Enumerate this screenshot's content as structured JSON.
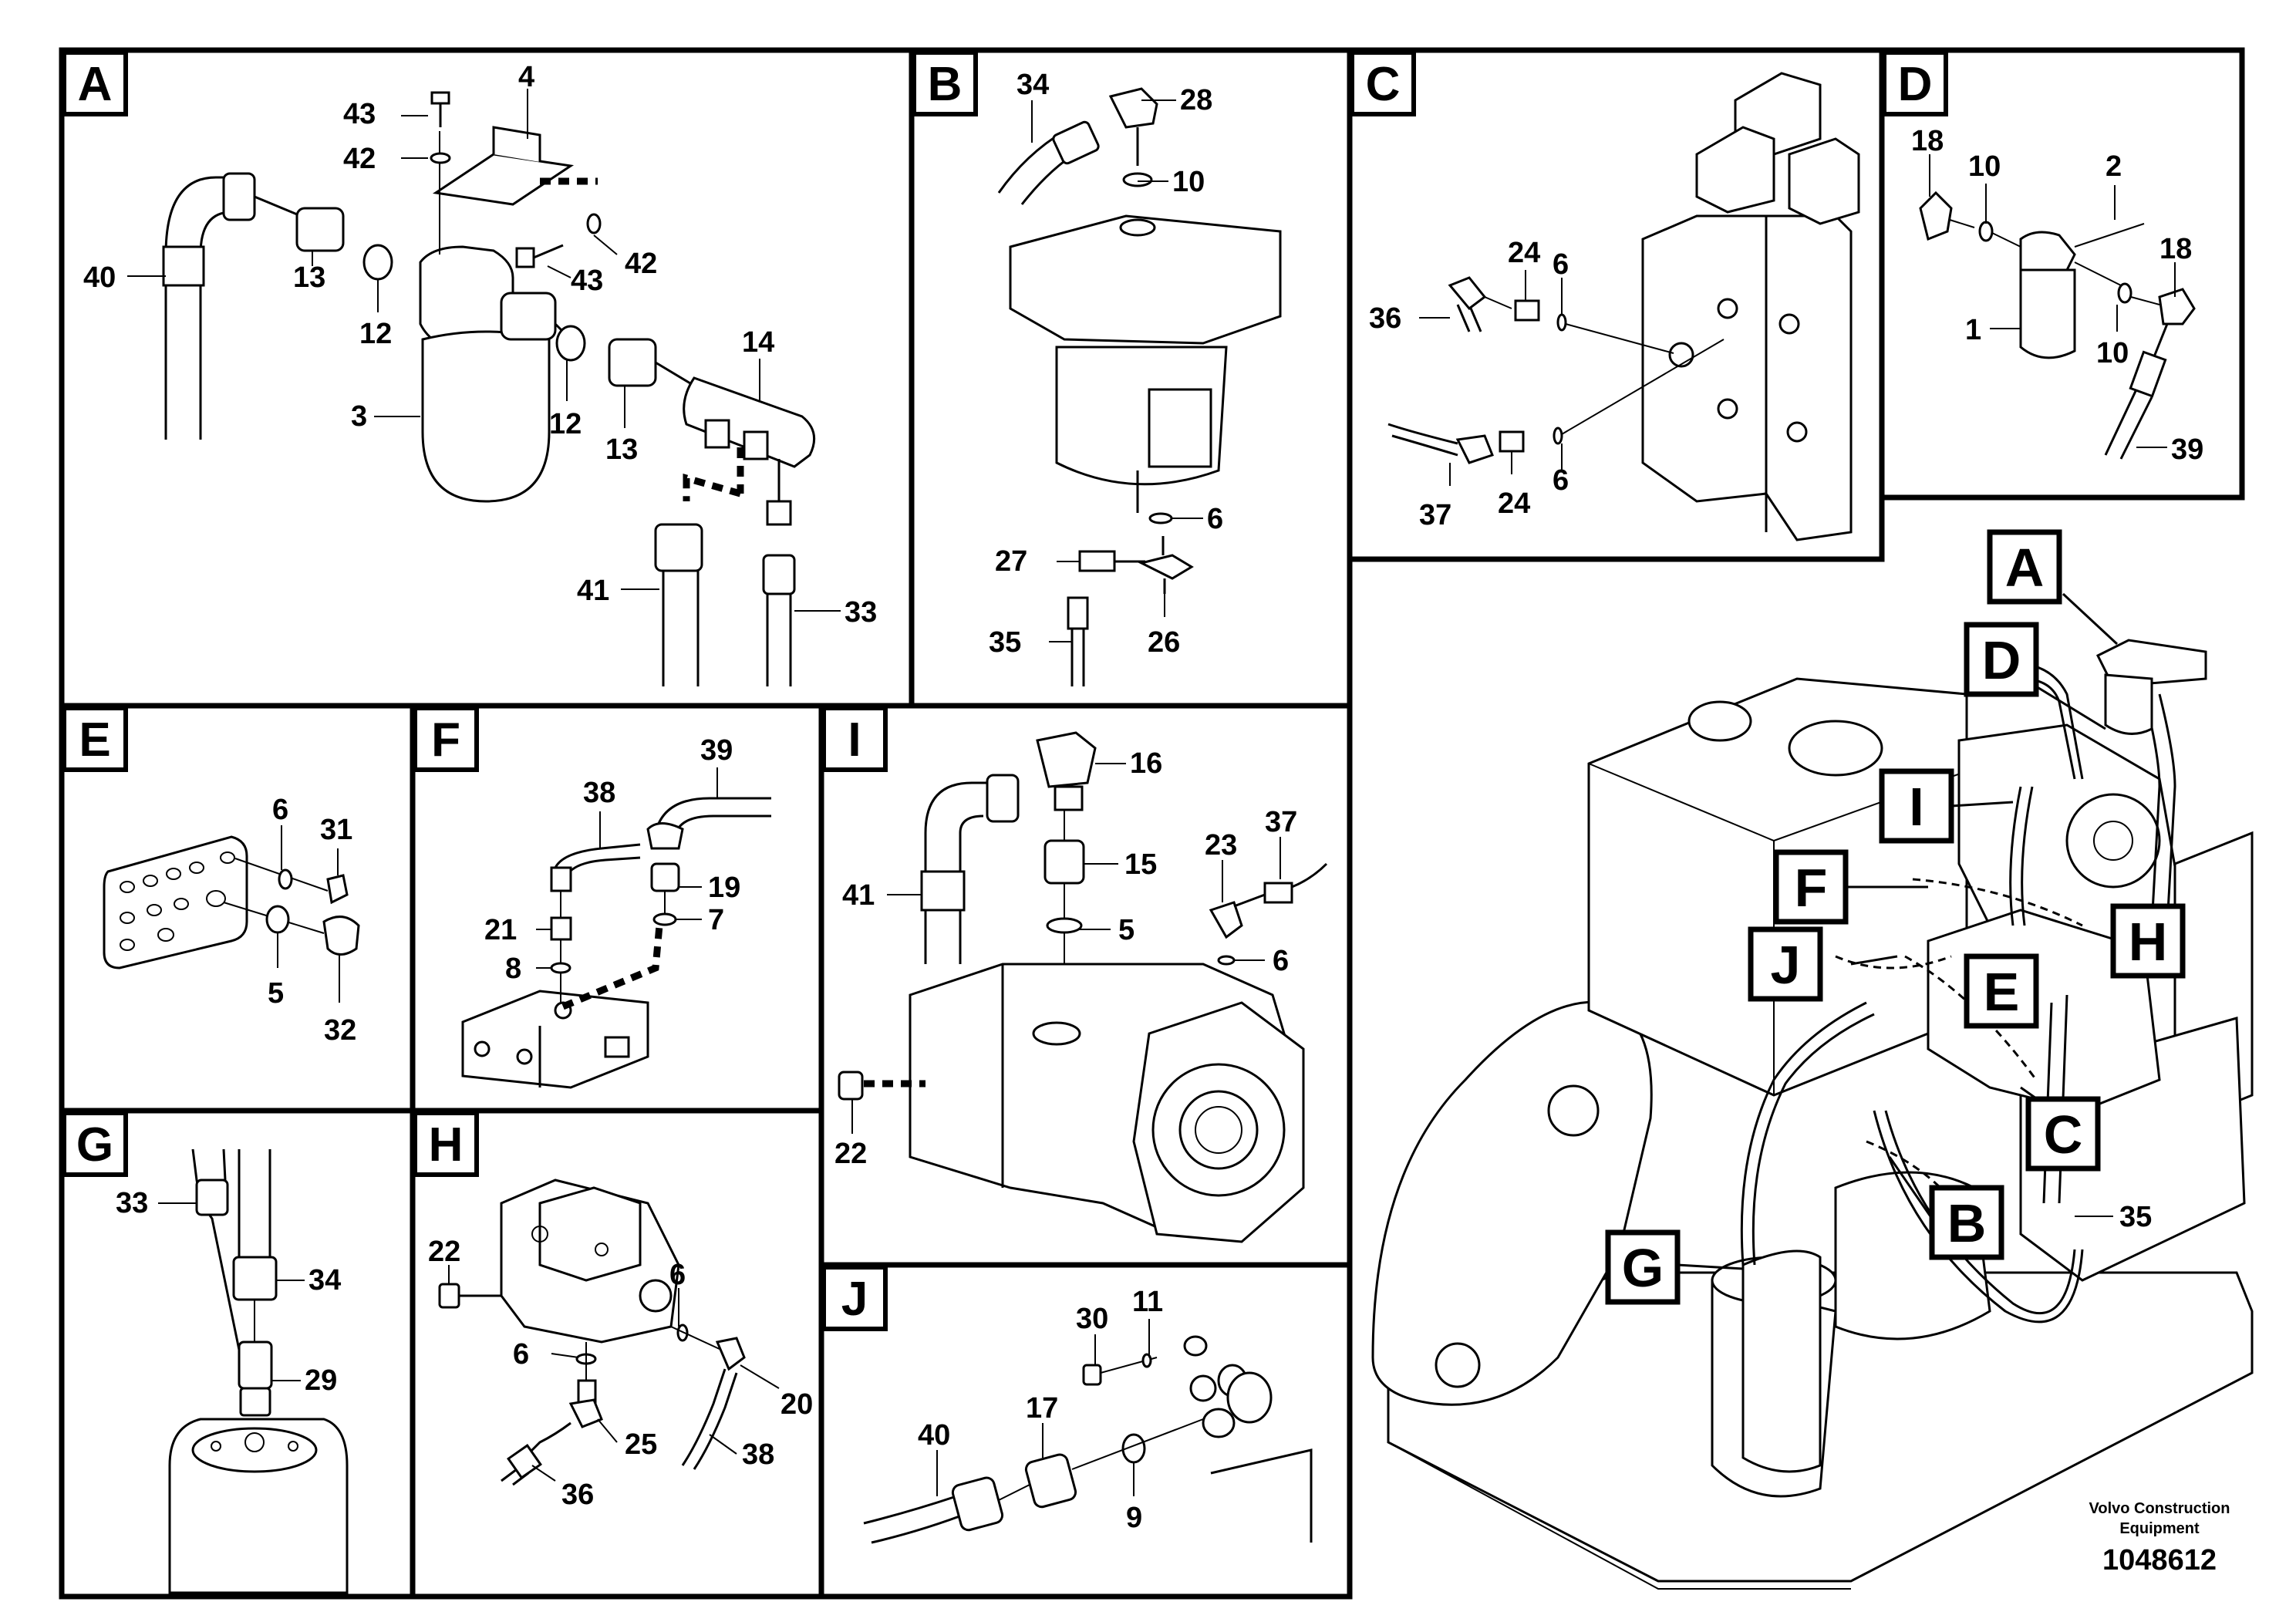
{
  "panels": [
    {
      "letter": "A",
      "callouts": [
        "43",
        "4",
        "42",
        "40",
        "13",
        "12",
        "43",
        "42",
        "3",
        "12",
        "13",
        "14",
        "41",
        "33"
      ]
    },
    {
      "letter": "B",
      "callouts": [
        "34",
        "28",
        "10",
        "6",
        "27",
        "35",
        "26"
      ]
    },
    {
      "letter": "C",
      "callouts": [
        "24",
        "6",
        "36",
        "37",
        "24",
        "6"
      ]
    },
    {
      "letter": "D",
      "callouts": [
        "18",
        "10",
        "2",
        "18",
        "1",
        "10",
        "39"
      ]
    },
    {
      "letter": "E",
      "callouts": [
        "6",
        "31",
        "5",
        "32"
      ]
    },
    {
      "letter": "F",
      "callouts": [
        "38",
        "39",
        "19",
        "21",
        "7",
        "8"
      ]
    },
    {
      "letter": "I",
      "callouts": [
        "16",
        "15",
        "41",
        "5",
        "23",
        "37",
        "6",
        "22"
      ]
    },
    {
      "letter": "G",
      "callouts": [
        "33",
        "34",
        "29"
      ]
    },
    {
      "letter": "H",
      "callouts": [
        "22",
        "6",
        "6",
        "20",
        "25",
        "38",
        "36"
      ]
    },
    {
      "letter": "J",
      "callouts": [
        "30",
        "11",
        "17",
        "40",
        "9"
      ]
    }
  ],
  "overview": {
    "tags": [
      "A",
      "D",
      "I",
      "F",
      "H",
      "J",
      "E",
      "C",
      "B",
      "G"
    ],
    "callouts": [
      "35"
    ]
  },
  "footer": {
    "brand_line1": "Volvo Construction",
    "brand_line2": "Equipment",
    "drawing_number": "1048612"
  }
}
